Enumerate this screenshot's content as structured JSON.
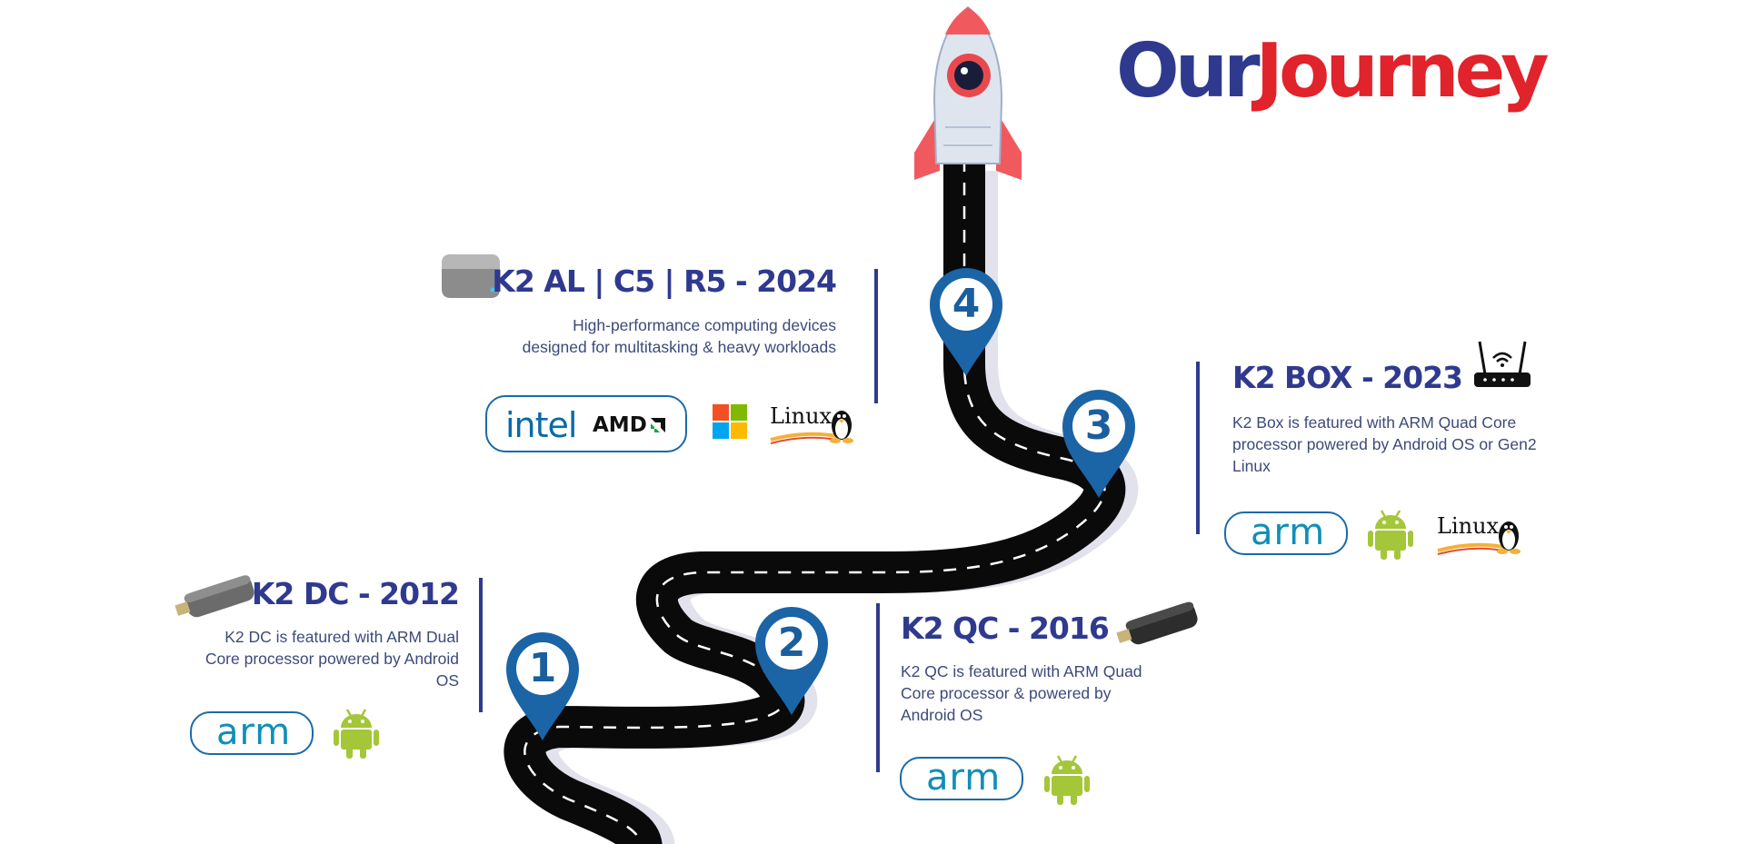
{
  "title": {
    "word1": "Our",
    "word2": "Journey"
  },
  "colors": {
    "navy": "#2f3a8f",
    "red": "#e1232b",
    "pin_blue": "#1b64a6",
    "road": "#0a0a0a",
    "android_green": "#a4c639",
    "arm_blue": "#0f8fb8"
  },
  "milestones": [
    {
      "number": "1",
      "heading": "K2 DC - 2012",
      "description": "K2 DC is featured with ARM Dual Core processor powered by Android OS",
      "device_icon": "usb-stick-icon",
      "logos": [
        "arm",
        "android"
      ]
    },
    {
      "number": "2",
      "heading": "K2 QC - 2016",
      "description": "K2 QC is featured with ARM Quad Core processor & powered by Android OS",
      "device_icon": "usb-stick-icon",
      "logos": [
        "arm",
        "android"
      ]
    },
    {
      "number": "3",
      "heading": "K2 BOX - 2023",
      "description": "K2 Box is featured with ARM Quad Core processor powered by Android OS or Gen2 Linux",
      "device_icon": "router-icon",
      "logos": [
        "arm",
        "android",
        "linux"
      ]
    },
    {
      "number": "4",
      "heading": "K2 AL | C5 | R5 - 2024",
      "description": "High-performance computing devices designed for multitasking & heavy workloads",
      "device_icon": "mini-pc-icon",
      "logos": [
        "intel",
        "amd",
        "windows",
        "linux"
      ]
    }
  ],
  "brand_labels": {
    "arm": "arm",
    "intel": "intel",
    "amd": "AMD",
    "linux": "Linux"
  }
}
